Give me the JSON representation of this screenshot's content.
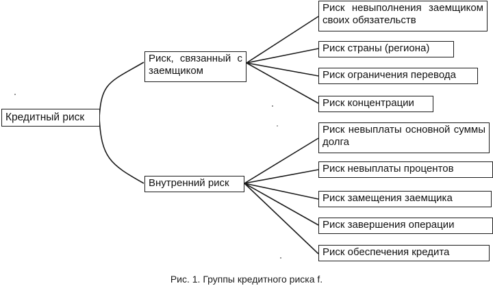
{
  "diagram": {
    "root": {
      "label": "Кредитный риск"
    },
    "branches": [
      {
        "label": "Риск, связанный с заемщиком",
        "children": [
          {
            "label": "Риск невыполнения заемщиком своих обязательств"
          },
          {
            "label": "Риск страны (региона)"
          },
          {
            "label": "Риск ограничения перевода"
          },
          {
            "label": "Риск концентрации"
          }
        ]
      },
      {
        "label": "Внутренний риск",
        "children": [
          {
            "label": "Риск невыплаты основной суммы долга"
          },
          {
            "label": "Риск невыплаты процентов"
          },
          {
            "label": "Риск замещения заемщика"
          },
          {
            "label": "Риск завершения операции"
          },
          {
            "label": "Риск обеспечения кредита"
          }
        ]
      }
    ]
  },
  "caption": "Рис. 1. Группы кредитного риска f.",
  "colors": {
    "stroke": "#1a1a1a",
    "text": "#111111",
    "background": "#ffffff"
  }
}
